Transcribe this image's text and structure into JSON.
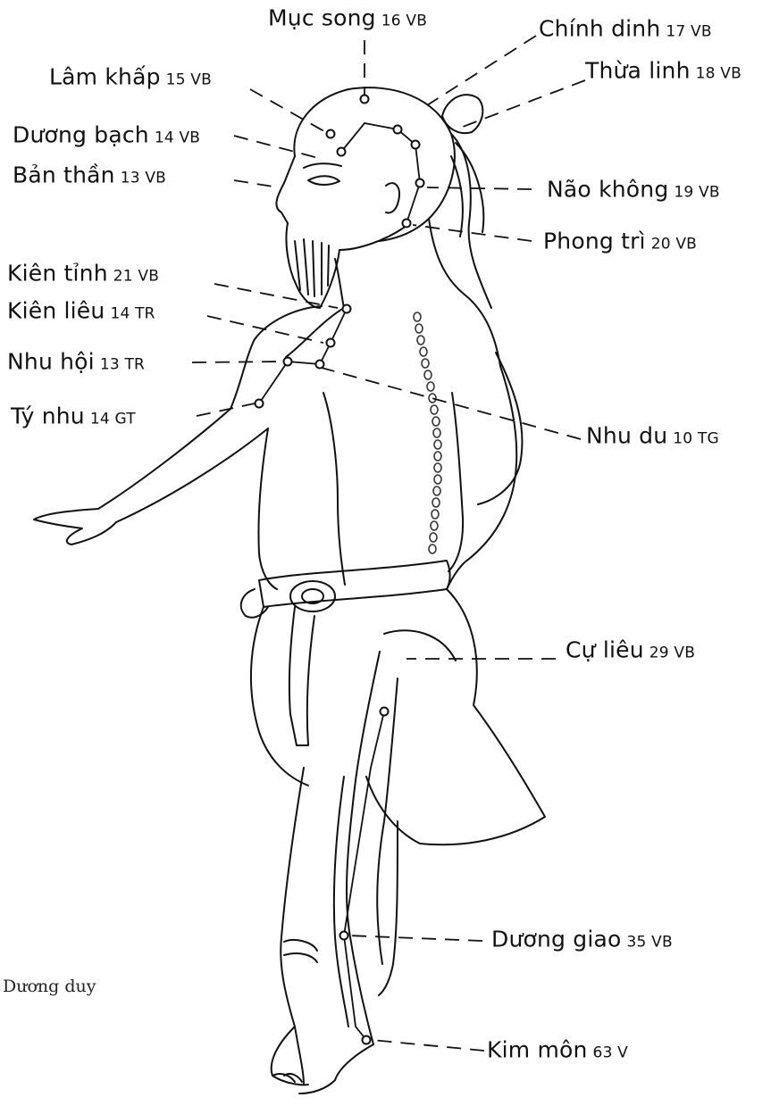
{
  "figure": {
    "caption": "Dương duy",
    "points": [
      {
        "id": "muc-song",
        "name": "Mục song",
        "code": "16 VB"
      },
      {
        "id": "chinh-dinh",
        "name": "Chính dinh",
        "code": "17 VB"
      },
      {
        "id": "lam-khap",
        "name": "Lâm khấp",
        "code": "15 VB"
      },
      {
        "id": "thua-linh",
        "name": "Thừa linh",
        "code": "18 VB"
      },
      {
        "id": "duong-bach",
        "name": "Dương bạch",
        "code": "14 VB"
      },
      {
        "id": "ban-than",
        "name": "Bản thần",
        "code": "13 VB"
      },
      {
        "id": "nao-khong",
        "name": "Não không",
        "code": "19 VB"
      },
      {
        "id": "phong-tri",
        "name": "Phong trì",
        "code": "20 VB"
      },
      {
        "id": "kien-tinh",
        "name": "Kiên tỉnh",
        "code": "21 VB"
      },
      {
        "id": "kien-lieu",
        "name": "Kiên liêu",
        "code": "14 TR"
      },
      {
        "id": "nhu-boi",
        "name": "Nhu hội",
        "code": "13 TR"
      },
      {
        "id": "ty-nhu",
        "name": "Tý nhu",
        "code": "14 GT"
      },
      {
        "id": "nhu-du",
        "name": "Nhu du",
        "code": "10 TG"
      },
      {
        "id": "cu-lieu",
        "name": "Cự liêu",
        "code": "29 VB"
      },
      {
        "id": "duong-giao",
        "name": "Dương giao",
        "code": "35 VB"
      },
      {
        "id": "kim-mon",
        "name": "Kim môn",
        "code": "63 V"
      }
    ],
    "colors": {
      "ink": "#111111",
      "background": "#ffffff",
      "spine_marks": "#333333"
    }
  }
}
